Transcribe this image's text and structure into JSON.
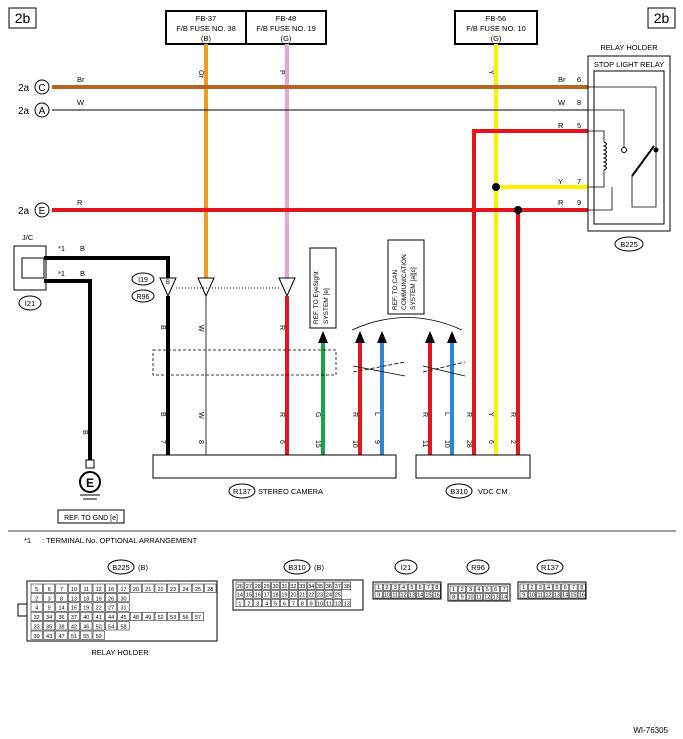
{
  "page_ref_left": "2b",
  "page_ref_right": "2b",
  "fuses": [
    {
      "id": "FB-37",
      "name": "F/B FUSE NO. 38",
      "color": "(B)"
    },
    {
      "id": "FB-48",
      "name": "F/B FUSE NO. 19",
      "color": "(G)"
    },
    {
      "id": "FB-56",
      "name": "F/B FUSE NO. 10",
      "color": "(G)"
    }
  ],
  "relay_holder": {
    "title": "RELAY HOLDER",
    "relay": "STOP LIGHT RELAY",
    "connector": "B225"
  },
  "left_refs": [
    {
      "sheet": "2a",
      "letter": "C",
      "wire": "Br",
      "pin": "6",
      "wire_r": "Br"
    },
    {
      "sheet": "2a",
      "letter": "A",
      "wire": "W",
      "pin": "8",
      "wire_r": "W"
    },
    {
      "sheet": "2a",
      "letter": "E",
      "wire": "R",
      "pin": "9",
      "wire_r": "R"
    }
  ],
  "relay_pins": [
    {
      "wire": "R",
      "pin": "5"
    },
    {
      "wire": "Y",
      "pin": "7"
    }
  ],
  "jc": {
    "label": "J/C",
    "connector": "I21",
    "star": "*1",
    "wire": "B"
  },
  "joint_connectors": [
    "I19",
    "R96"
  ],
  "wire_colors_vertical": {
    "w1": "Or",
    "w2": "P",
    "w3": "Y"
  },
  "refs": {
    "eyesight": "REF. TO EyeSight SYSTEM [e]",
    "can": "REF. TO CAN COMMUNICATION SYSTEM [a][c]",
    "gnd": "REF. TO GND [e]"
  },
  "ground_symbol": "E",
  "stereo_camera": {
    "connector": "R137",
    "name": "STEREO CAMERA",
    "pins": [
      {
        "wire": "B",
        "pin": "7"
      },
      {
        "wire": "W",
        "pin": "8"
      },
      {
        "wire": "R",
        "pin": "6"
      },
      {
        "wire": "G",
        "pin": "15"
      },
      {
        "wire": "R",
        "pin": "10"
      },
      {
        "wire": "L",
        "pin": "9"
      }
    ]
  },
  "vdc_cm": {
    "connector": "B310",
    "name": "VDC CM",
    "pins": [
      {
        "wire": "R",
        "pin": "11"
      },
      {
        "wire": "L",
        "pin": "10"
      },
      {
        "wire": "R",
        "pin": "28"
      },
      {
        "wire": "Y",
        "pin": "6"
      },
      {
        "wire": "R",
        "pin": "2"
      }
    ]
  },
  "footnote": {
    "mark": "*1",
    "text": ": TERMINAL No. OPTIONAL ARRANGEMENT"
  },
  "connector_views": [
    {
      "id": "B225",
      "suffix": "(B)",
      "caption": "RELAY HOLDER"
    },
    {
      "id": "B310",
      "suffix": "(B)",
      "caption": ""
    },
    {
      "id": "I21",
      "suffix": "",
      "caption": ""
    },
    {
      "id": "R96",
      "suffix": "",
      "caption": ""
    },
    {
      "id": "R137",
      "suffix": "",
      "caption": ""
    }
  ],
  "b225_rows": [
    [
      "5",
      "6",
      "7",
      "10",
      "11",
      "12",
      "16",
      "17",
      "20",
      "21",
      "22",
      "23",
      "24",
      "25",
      "28"
    ],
    [
      "2",
      "3",
      "8",
      "13",
      "18",
      "19",
      "26",
      "30"
    ],
    [
      "4",
      "9",
      "14",
      "15",
      "19",
      "22",
      "27",
      "31"
    ],
    [
      "32",
      "34",
      "36",
      "37",
      "40",
      "41",
      "44",
      "45",
      "48",
      "49",
      "52",
      "53",
      "56",
      "57"
    ],
    [
      "33",
      "35",
      "38",
      "42",
      "46",
      "50",
      "54",
      "58"
    ],
    [
      "39",
      "43",
      "47",
      "51",
      "55",
      "59"
    ]
  ],
  "b310_rows": [
    [
      "26",
      "27",
      "28",
      "29",
      "30",
      "31",
      "32",
      "33",
      "34",
      "35",
      "36",
      "37",
      "38"
    ],
    [
      "14",
      "15",
      "16",
      "17",
      "18",
      "19",
      "20",
      "21",
      "22",
      "23",
      "24",
      "25"
    ],
    [
      "1",
      "2",
      "3",
      "4",
      "5",
      "6",
      "7",
      "8",
      "9",
      "10",
      "11",
      "12",
      "13"
    ]
  ],
  "i21_rows": [
    [
      "1",
      "2",
      "3",
      "4",
      "5",
      "6",
      "7",
      "8"
    ],
    [
      "9",
      "10",
      "11",
      "12",
      "13",
      "14",
      "15",
      "16"
    ]
  ],
  "r96_rows": [
    [
      "1",
      "2",
      "3",
      "4",
      "5",
      "6",
      "7"
    ],
    [
      "8",
      "9",
      "10",
      "11",
      "12",
      "13",
      "14"
    ]
  ],
  "r137_rows": [
    [
      "1",
      "2",
      "3",
      "4",
      "5",
      "6",
      "7",
      "8"
    ],
    [
      "9",
      "10",
      "11",
      "12",
      "13",
      "14",
      "15",
      "16"
    ]
  ],
  "drawing_id": "WI-76305",
  "colors": {
    "brown": "#b5651d",
    "red": "#e8141b",
    "orange": "#f29a1e",
    "pink": "#e8a6d8",
    "yellow": "#ffef00",
    "green": "#17a34a",
    "blue": "#2f86d8",
    "black": "#000000"
  }
}
